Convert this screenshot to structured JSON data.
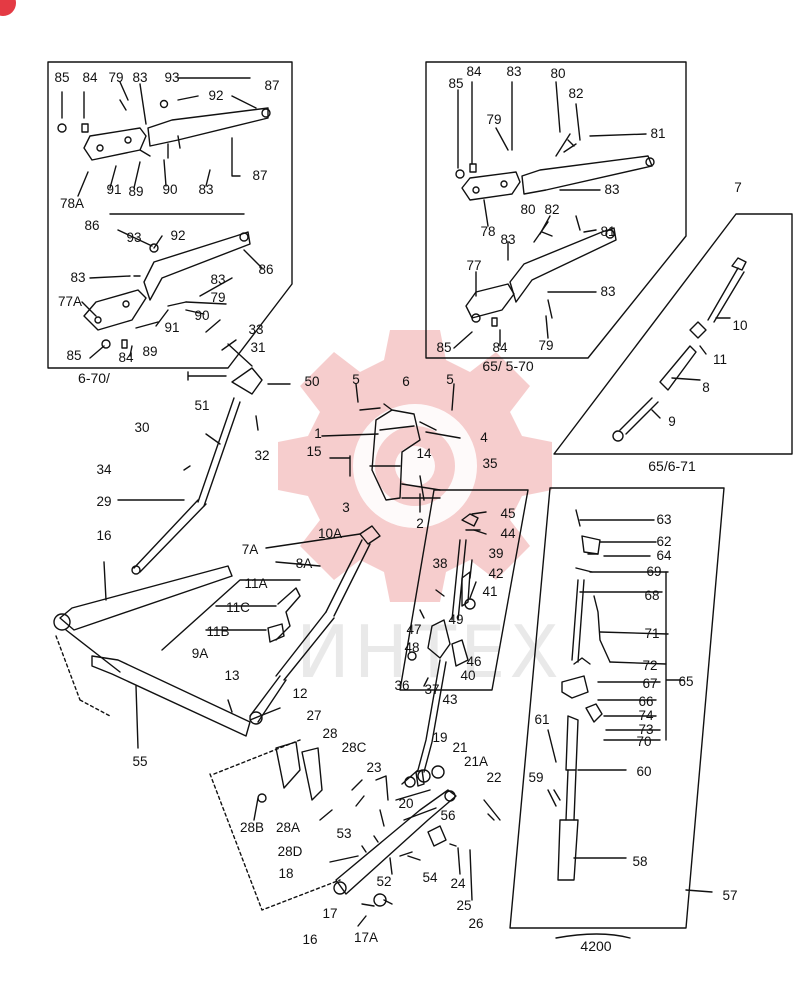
{
  "watermark": {
    "text": "ИНТЕХ",
    "color": "#f4c4c4"
  },
  "accent_color": "#e43a44",
  "captions": {
    "panel_a": "6-70/",
    "panel_b": "65/ 5-70",
    "panel_c": "65/6-71",
    "panel_d": "4200"
  },
  "callouts": {
    "c85a": "85",
    "c84a": "84",
    "c79a": "79",
    "c83a": "83",
    "c93a": "93",
    "c87a": "87",
    "c92a": "92",
    "c91a": "91",
    "c89a": "89",
    "c90a": "90",
    "c83b": "83",
    "c87b": "87",
    "c78A": "78A",
    "c86a": "86",
    "c93b": "93",
    "c92b": "92",
    "c83c": "83",
    "c83d": "83",
    "c86b": "86",
    "c79b": "79",
    "c77A": "77A",
    "c90b": "90",
    "c91b": "91",
    "c89b": "89",
    "c85b": "85",
    "c84b": "84",
    "c85c": "85",
    "c84c": "84",
    "c83e": "83",
    "c80a": "80",
    "c82a": "82",
    "c81a": "81",
    "c79c": "79",
    "c83f": "83",
    "c78": "78",
    "c80b": "80",
    "c82b": "82",
    "c81b": "81",
    "c83g": "83",
    "c77": "77",
    "c83h": "83",
    "c85d": "85",
    "c84d": "84",
    "c79d": "79",
    "c7": "7",
    "c10": "10",
    "c11": "11",
    "c8": "8",
    "c9": "9",
    "c33": "33",
    "c31": "31",
    "c50": "50",
    "c51": "51",
    "c30": "30",
    "c32": "32",
    "c34": "34",
    "c29": "29",
    "c5a": "5",
    "c6": "6",
    "c5b": "5",
    "c1": "1",
    "c4": "4",
    "c15": "15",
    "c14": "14",
    "c3": "3",
    "c2": "2",
    "c35": "35",
    "c45": "45",
    "c44": "44",
    "c39": "39",
    "c38": "38",
    "c42": "42",
    "c41": "41",
    "c47": "47",
    "c49": "49",
    "c48": "48",
    "c46": "46",
    "c40": "40",
    "c36": "36",
    "c37": "37",
    "c43": "43",
    "c16a": "16",
    "c10A": "10A",
    "c7A": "7A",
    "c8A": "8A",
    "c11A": "11A",
    "c11C": "11C",
    "c11B": "11B",
    "c9A": "9A",
    "c13": "13",
    "c12": "12",
    "c55": "55",
    "c27": "27",
    "c28": "28",
    "c28C": "28C",
    "c23": "23",
    "c19": "19",
    "c21": "21",
    "c21A": "21A",
    "c20": "20",
    "c22": "22",
    "c28B": "28B",
    "c28A": "28A",
    "c28D": "28D",
    "c53": "53",
    "c56": "56",
    "c18": "18",
    "c52": "52",
    "c54": "54",
    "c24": "24",
    "c25": "25",
    "c26": "26",
    "c17": "17",
    "c17A": "17A",
    "c16b": "16",
    "c63": "63",
    "c62": "62",
    "c64": "64",
    "c69": "69",
    "c68": "68",
    "c71": "71",
    "c72": "72",
    "c65": "65",
    "c67": "67",
    "c66": "66",
    "c74": "74",
    "c73": "73",
    "c70": "70",
    "c61": "61",
    "c60": "60",
    "c59": "59",
    "c58": "58",
    "c57": "57"
  }
}
